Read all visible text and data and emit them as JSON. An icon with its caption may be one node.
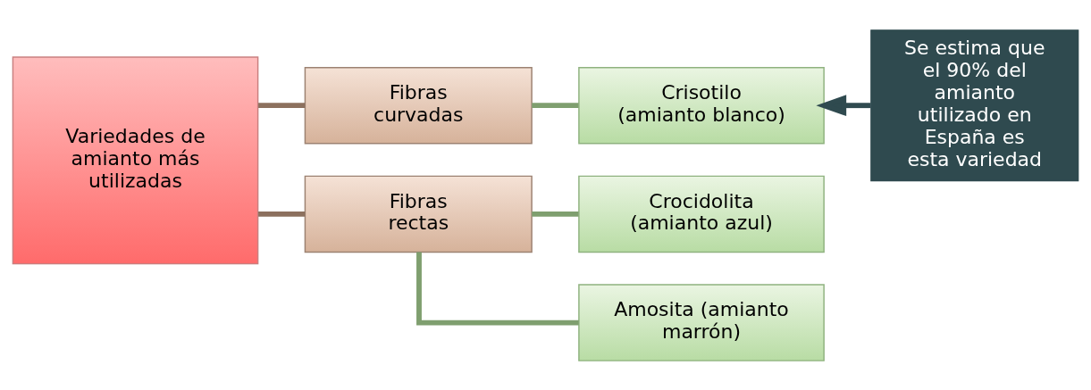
{
  "diagram": {
    "nodes": [
      {
        "text": [
          "Variedades de amianto más utilizadas"
        ]
      },
      {
        "text": [
          "Fibras curvadas"
        ]
      },
      {
        "text": [
          "Fibras rectas"
        ]
      },
      {
        "text": [
          "Crisotilo (amianto blanco)"
        ]
      },
      {
        "text": [
          "Crocidolita (amianto azul)"
        ]
      },
      {
        "text": [
          "Amosita (amianto marrón)"
        ]
      },
      {
        "text": [
          "Se estima que el 90% del amianto utilizado en España es esta variedad"
        ]
      }
    ],
    "edges": [
      {
        "from": 0,
        "to": 1,
        "arrow": "none",
        "color": "#8c705e"
      },
      {
        "from": 0,
        "to": 2,
        "arrow": "none",
        "color": "#8c705e"
      },
      {
        "from": 1,
        "to": 3,
        "arrow": "none"
      },
      {
        "from": 2,
        "to": 4,
        "arrow": "none"
      },
      {
        "from": 2,
        "to": 5,
        "arrow": "none"
      },
      {
        "from": 6,
        "to": 3,
        "arrow": "to",
        "color": "#2f4a4f"
      }
    ]
  }
}
